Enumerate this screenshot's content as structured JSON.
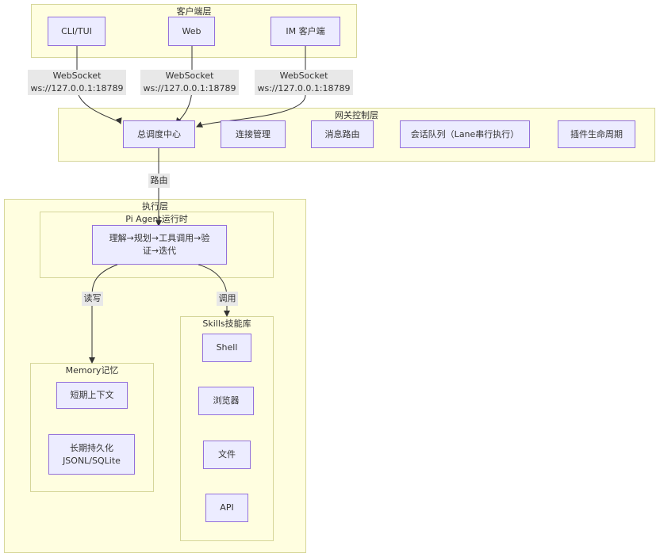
{
  "clusters": {
    "client": "客户端层",
    "gateway": "网关控制层",
    "exec": "执行层",
    "agent": "Pi Agent运行时",
    "memory": "Memory记忆",
    "skills": "Skills技能库"
  },
  "nodes": {
    "cli": "CLI/TUI",
    "web": "Web",
    "im": "IM 客户端",
    "hub": "总调度中心",
    "conn": "连接管理",
    "route": "消息路由",
    "queue": "会话队列（Lane串行执行）",
    "plugin": "插件生命周期",
    "loop_line1": "理解→规划→工具调用→验",
    "loop_line2": "证→迭代",
    "short_mem": "短期上下文",
    "long_mem_line1": "长期持久化",
    "long_mem_line2": "JSONL/SQLite",
    "shell": "Shell",
    "browser": "浏览器",
    "file": "文件",
    "api": "API"
  },
  "edge_labels": {
    "ws1_line1": "WebSocket",
    "ws1_line2": "ws://127.0.0.1:18789",
    "ws2_line1": "WebSocket",
    "ws2_line2": "ws://127.0.0.1:18789",
    "ws3_line1": "WebSocket",
    "ws3_line2": "ws://127.0.0.1:18789",
    "routing": "路由",
    "read_write": "读写",
    "invoke": "调用"
  },
  "colors": {
    "cluster_fill": "#fffee0",
    "cluster_border": "#d6d69a",
    "node_fill": "#ececff",
    "node_border": "#9370db",
    "edge": "#333333",
    "edge_label_bg": "#e8e8e8"
  }
}
